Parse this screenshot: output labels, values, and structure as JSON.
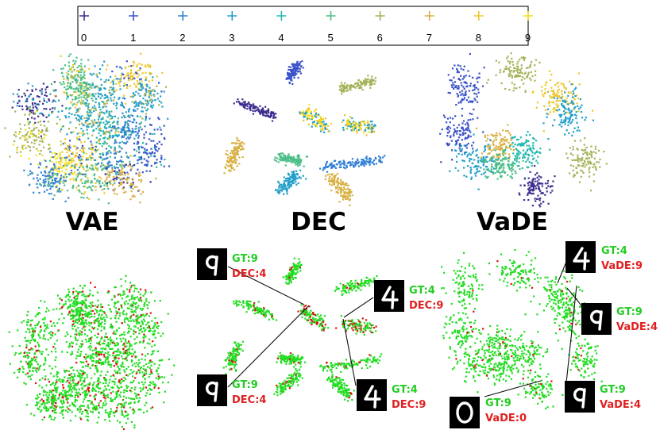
{
  "chart_data": {
    "type": "scatter",
    "legend": {
      "placement": "top",
      "entries": [
        "0",
        "1",
        "2",
        "3",
        "4",
        "5",
        "6",
        "7",
        "8",
        "9"
      ],
      "colors": [
        "#3d2f8f",
        "#3a53c8",
        "#2f7fd6",
        "#219fc9",
        "#22b8b0",
        "#4cbf88",
        "#a5b35a",
        "#d8b042",
        "#ecc72c",
        "#f5e11c"
      ],
      "marker": "+"
    },
    "panels": [
      {
        "name": "VAE",
        "title": "VAE",
        "coloring": "cluster"
      },
      {
        "name": "DEC",
        "title": "DEC",
        "coloring": "cluster"
      },
      {
        "name": "VaDE",
        "title": "VaDE",
        "coloring": "cluster"
      },
      {
        "name": "VAE-errors",
        "title": "",
        "coloring": "correctness"
      },
      {
        "name": "DEC-errors",
        "title": "",
        "coloring": "correctness"
      },
      {
        "name": "VaDE-errors",
        "title": "",
        "coloring": "correctness"
      }
    ],
    "correctness_colors": {
      "correct": "#22dd22",
      "wrong": "#dd1111"
    },
    "annotations": {
      "dec": [
        {
          "gt": "GT:9",
          "pred": "DEC:4",
          "digit": "9"
        },
        {
          "gt": "GT:4",
          "pred": "DEC:9",
          "digit": "4"
        },
        {
          "gt": "GT:9",
          "pred": "DEC:4",
          "digit": "9"
        },
        {
          "gt": "GT:4",
          "pred": "DEC:9",
          "digit": "4"
        }
      ],
      "vade": [
        {
          "gt": "GT:4",
          "pred": "VaDE:9",
          "digit": "4"
        },
        {
          "gt": "GT:9",
          "pred": "VaDE:4",
          "digit": "9"
        },
        {
          "gt": "GT:9",
          "pred": "VaDE:4",
          "digit": "9"
        },
        {
          "gt": "GT:9",
          "pred": "VaDE:0",
          "digit": "0"
        }
      ]
    }
  }
}
